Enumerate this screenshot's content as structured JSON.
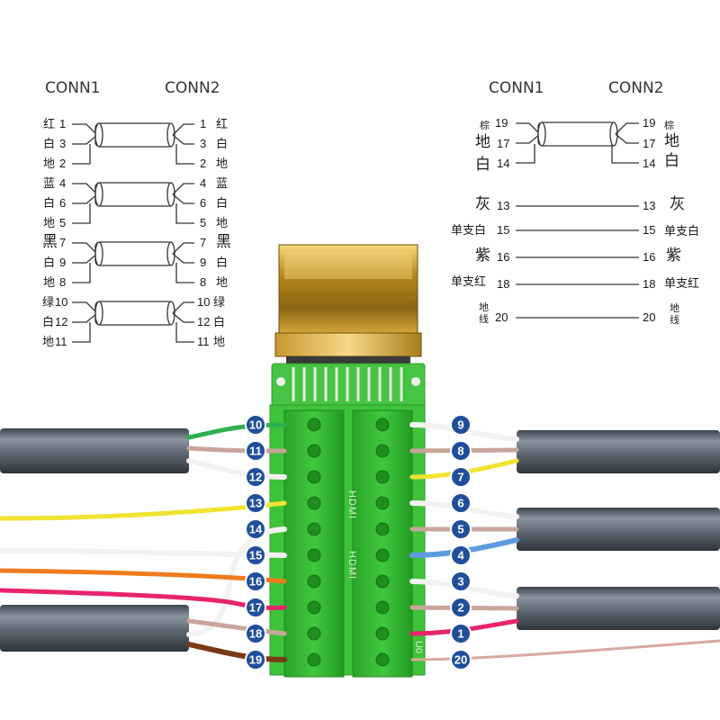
{
  "left_diagram": {
    "conn1_label": "CONN1",
    "conn2_label": "CONN2",
    "groups": [
      {
        "rows": [
          {
            "l_text": "红",
            "l_num": "1",
            "r_num": "1",
            "r_text": "红"
          },
          {
            "l_text": "白",
            "l_num": "3",
            "r_num": "3",
            "r_text": "白"
          },
          {
            "l_text": "地",
            "l_num": "2",
            "r_num": "2",
            "r_text": "地"
          }
        ]
      },
      {
        "rows": [
          {
            "l_text": "蓝",
            "l_num": "4",
            "r_num": "4",
            "r_text": "蓝"
          },
          {
            "l_text": "白",
            "l_num": "6",
            "r_num": "6",
            "r_text": "白"
          },
          {
            "l_text": "地",
            "l_num": "5",
            "r_num": "5",
            "r_text": "地"
          }
        ]
      },
      {
        "rows": [
          {
            "l_text": "黑",
            "l_num": "7",
            "r_num": "7",
            "r_text": "黑"
          },
          {
            "l_text": "白",
            "l_num": "9",
            "r_num": "9",
            "r_text": "白"
          },
          {
            "l_text": "地",
            "l_num": "8",
            "r_num": "8",
            "r_text": "地"
          }
        ]
      },
      {
        "rows": [
          {
            "l_text": "绿",
            "l_num": "10",
            "r_num": "10",
            "r_text": "绿"
          },
          {
            "l_text": "白",
            "l_num": "12",
            "r_num": "12",
            "r_text": "白"
          },
          {
            "l_text": "地",
            "l_num": "11",
            "r_num": "11",
            "r_text": "地"
          }
        ]
      }
    ]
  },
  "right_diagram": {
    "conn1_label": "CONN1",
    "conn2_label": "CONN2",
    "shielded": {
      "rows": [
        {
          "l_text": "棕",
          "l_num": "19",
          "r_num": "19",
          "r_text": "棕"
        },
        {
          "l_text": "地",
          "l_num": "17",
          "r_num": "17",
          "r_text": "地"
        },
        {
          "l_text": "白",
          "l_num": "14",
          "r_num": "14",
          "r_text": "白"
        }
      ]
    },
    "singles": [
      {
        "l_text": "灰",
        "l_num": "13",
        "r_num": "13",
        "r_text": "灰"
      },
      {
        "l_text": "单支白",
        "l_num": "15",
        "r_num": "15",
        "r_text": "单支白"
      },
      {
        "l_text": "紫",
        "l_num": "16",
        "r_num": "16",
        "r_text": "紫"
      },
      {
        "l_text": "单支红",
        "l_num": "18",
        "r_num": "18",
        "r_text": "单支红"
      },
      {
        "l_text": "地线",
        "l_num": "20",
        "r_num": "20",
        "r_text": "地线"
      }
    ]
  },
  "board": {
    "silkscreen_1": "HDMI",
    "silkscreen_2": "HDMI",
    "silkscreen_3": "U0",
    "left_pins": [
      "10",
      "11",
      "12",
      "13",
      "14",
      "15",
      "16",
      "17",
      "18",
      "19"
    ],
    "right_pins": [
      "9",
      "8",
      "7",
      "6",
      "5",
      "4",
      "3",
      "2",
      "1",
      "20"
    ]
  },
  "colors": {
    "badge": "#1f4f9a",
    "board_green": "#3ec23a",
    "terminal_green": "#2bb52a",
    "plug_gold": "#c79a25",
    "cable_grey": "#5d6670"
  }
}
